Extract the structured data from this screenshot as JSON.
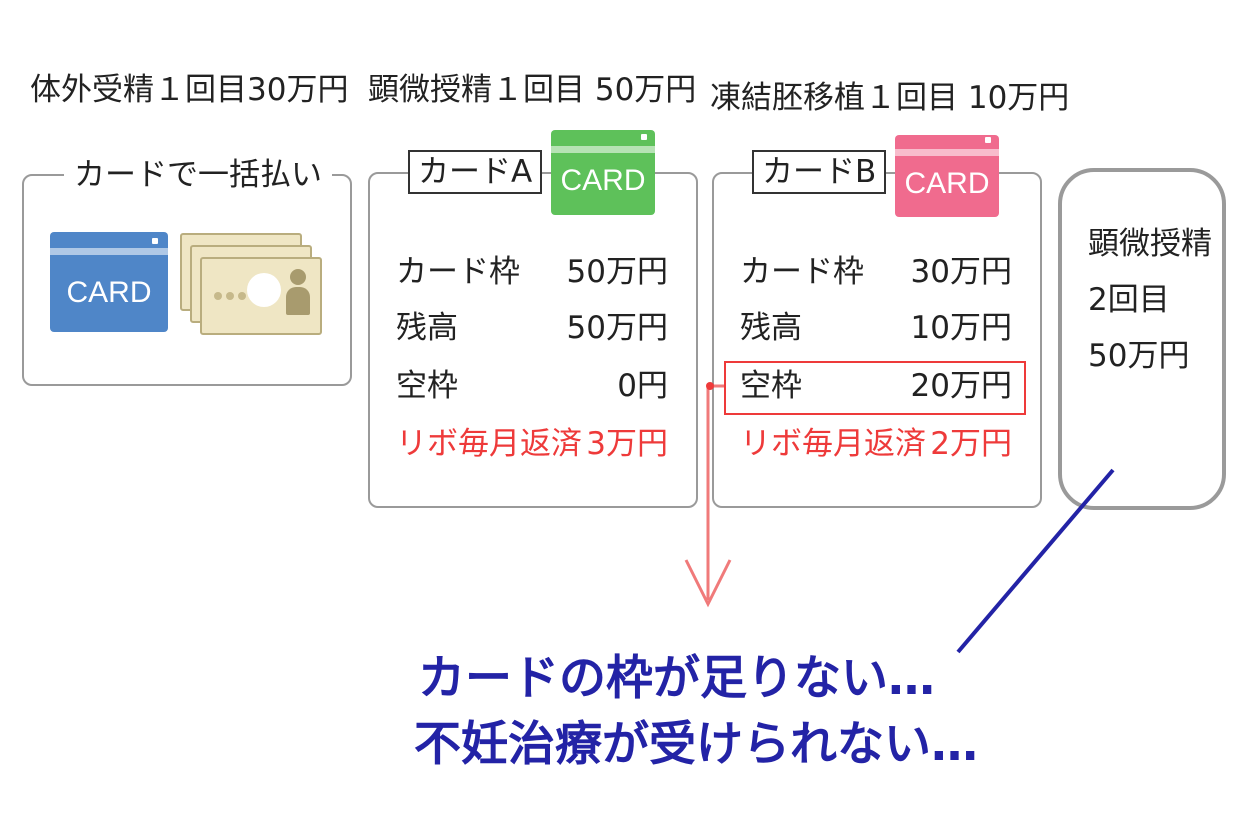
{
  "headers": [
    "体外受精１回目30万円",
    "顕微授精１回目 50万円",
    "凍結胚移植１回目 10万円"
  ],
  "lump_sum": {
    "title": "カードで一括払い",
    "card_label": "CARD"
  },
  "card_a": {
    "tag": "カードA",
    "card_label": "CARD",
    "card_color": "#5ec15a",
    "rows": [
      {
        "key": "カード枠",
        "value": "50万円"
      },
      {
        "key": "残高",
        "value": "50万円"
      },
      {
        "key": "空枠",
        "value": "0円"
      },
      {
        "key": "リボ毎月返済",
        "value": "3万円"
      }
    ]
  },
  "card_b": {
    "tag": "カードB",
    "card_label": "CARD",
    "card_color": "#f06b8e",
    "rows": [
      {
        "key": "カード枠",
        "value": "30万円"
      },
      {
        "key": "残高",
        "value": "10万円"
      },
      {
        "key": "空枠",
        "value": "20万円"
      },
      {
        "key": "リボ毎月返済",
        "value": "2万円"
      }
    ]
  },
  "next_treatment": {
    "line1": "顕微授精",
    "line2": "2回目",
    "line3": "50万円"
  },
  "message": {
    "line1": "カードの枠が足りない…",
    "line2": "不妊治療が受けられない…"
  },
  "colors": {
    "card_blue": "#4f86c8",
    "highlight_red": "#ee3a3a",
    "message_blue": "#2323a6",
    "rounded_box_gray": "#9a9a9a"
  }
}
